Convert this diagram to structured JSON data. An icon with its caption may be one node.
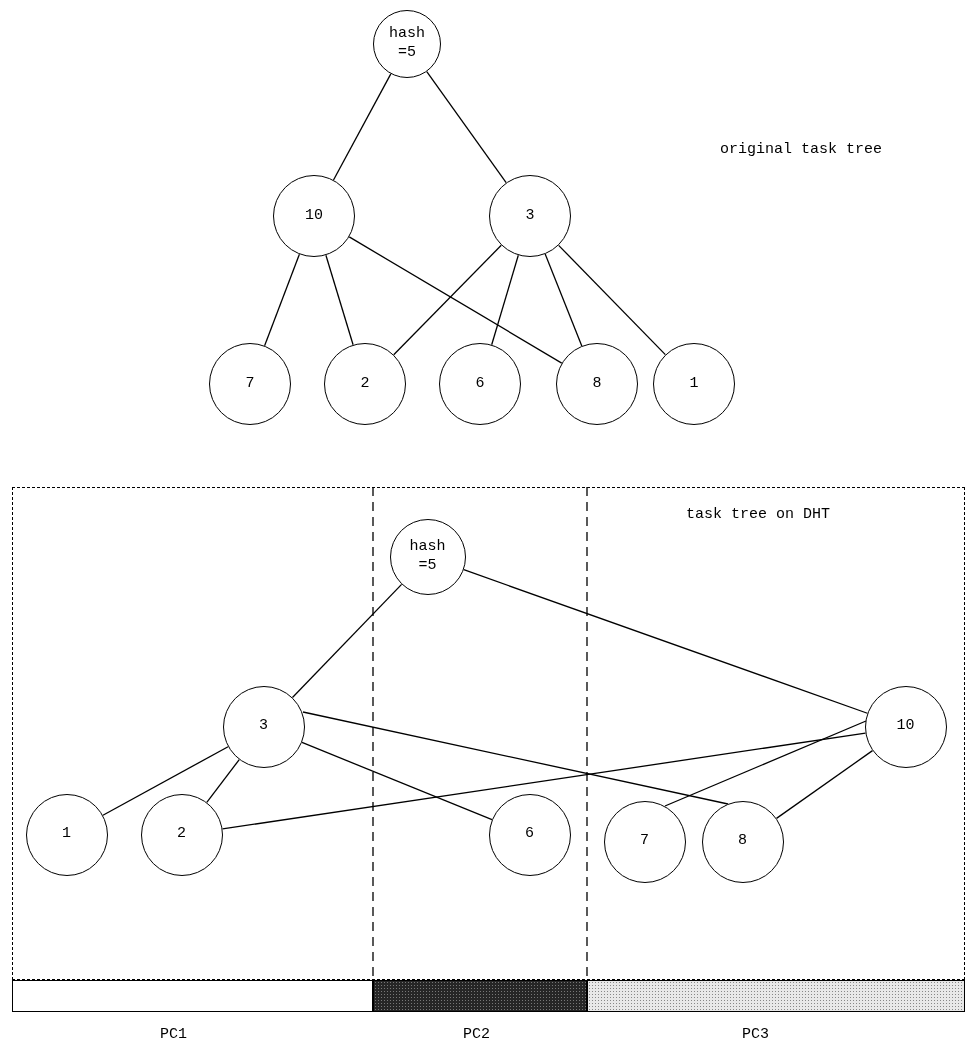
{
  "diagram": {
    "nodes": [
      {
        "text": [
          "hash =5"
        ]
      },
      {
        "text": [
          "10"
        ]
      },
      {
        "text": [
          "3"
        ]
      },
      {
        "text": [
          "7"
        ]
      },
      {
        "text": [
          "2"
        ]
      },
      {
        "text": [
          "6"
        ]
      },
      {
        "text": [
          "8"
        ]
      },
      {
        "text": [
          "1"
        ]
      },
      {
        "text": [
          "task tree on DHT"
        ]
      },
      {
        "text": [
          "hash =5"
        ],
        "in": 8
      },
      {
        "text": [
          "3"
        ],
        "in": 8
      },
      {
        "text": [
          "10"
        ],
        "in": 8
      },
      {
        "text": [
          "1"
        ],
        "in": 8
      },
      {
        "text": [
          "2"
        ],
        "in": 8
      },
      {
        "text": [
          "6"
        ],
        "in": 8
      },
      {
        "text": [
          "7"
        ],
        "in": 8
      },
      {
        "text": [
          "8"
        ],
        "in": 8
      },
      {
        "text": [
          "PC1"
        ]
      },
      {
        "text": [
          "PC2"
        ]
      },
      {
        "text": [
          "PC3"
        ]
      }
    ],
    "edges": [
      {
        "from": 0,
        "to": 1,
        "arrow": "none"
      },
      {
        "from": 0,
        "to": 2,
        "arrow": "none"
      },
      {
        "from": 1,
        "to": 3,
        "arrow": "none"
      },
      {
        "from": 1,
        "to": 4,
        "arrow": "none"
      },
      {
        "from": 1,
        "to": 6,
        "arrow": "none"
      },
      {
        "from": 2,
        "to": 4,
        "arrow": "none"
      },
      {
        "from": 2,
        "to": 5,
        "arrow": "none"
      },
      {
        "from": 2,
        "to": 6,
        "arrow": "none"
      },
      {
        "from": 2,
        "to": 7,
        "arrow": "none"
      },
      {
        "from": 9,
        "to": 10,
        "arrow": "none"
      },
      {
        "from": 9,
        "to": 11,
        "arrow": "none"
      },
      {
        "from": 10,
        "to": 12,
        "arrow": "none"
      },
      {
        "from": 10,
        "to": 13,
        "arrow": "none"
      },
      {
        "from": 10,
        "to": 14,
        "arrow": "none"
      },
      {
        "from": 10,
        "to": 16,
        "arrow": "none"
      },
      {
        "from": 11,
        "to": 13,
        "arrow": "none"
      },
      {
        "from": 11,
        "to": 15,
        "arrow": "none"
      },
      {
        "from": 11,
        "to": 16,
        "arrow": "none"
      }
    ],
    "labels": [
      "original task tree"
    ]
  }
}
